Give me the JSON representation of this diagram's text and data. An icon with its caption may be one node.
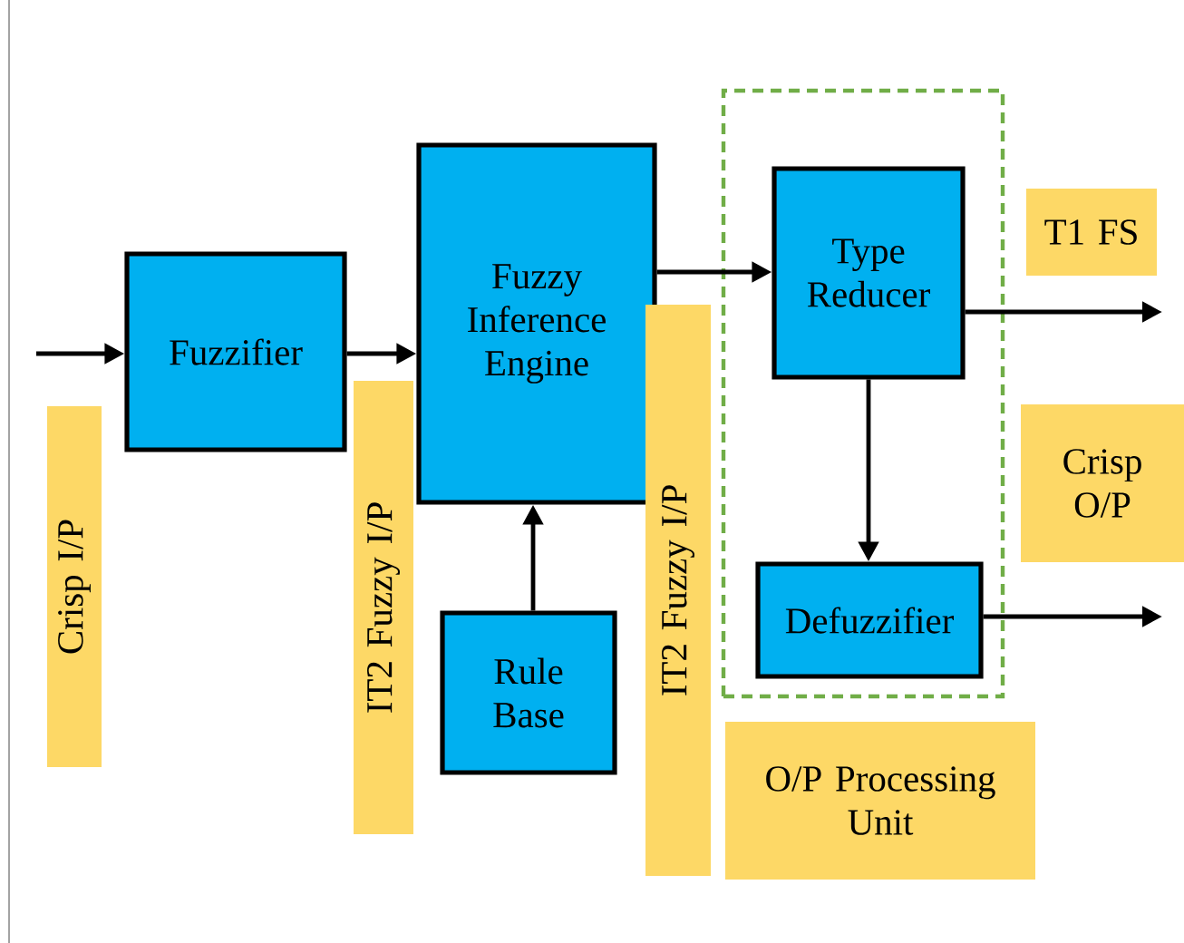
{
  "diagram": {
    "nodes": [
      {
        "text": [
          "Crisp I/P"
        ]
      },
      {
        "text": [
          "Fuzzifier"
        ]
      },
      {
        "text": [
          "IT2 Fuzzy I/P"
        ]
      },
      {
        "text": [
          "Fuzzy Inference Engine"
        ]
      },
      {
        "text": [
          "Rule Base"
        ]
      },
      {
        "text": [
          "IT2 Fuzzy I/P"
        ]
      },
      {
        "text": [],
        "shape": "box"
      },
      {
        "text": [
          "Type Reducer"
        ],
        "in": 6
      },
      {
        "text": [
          "Defuzzifier"
        ],
        "in": 6
      },
      {
        "text": [
          "O/P Processing Unit"
        ]
      },
      {
        "text": [
          "T1 FS"
        ]
      },
      {
        "text": [
          "Crisp O/P"
        ]
      }
    ],
    "edges": [
      {
        "from": null,
        "to": 1,
        "arrow": "to"
      },
      {
        "from": 1,
        "to": 3,
        "arrow": "to"
      },
      {
        "from": 4,
        "to": 3,
        "arrow": "to"
      },
      {
        "from": 3,
        "to": 7,
        "arrow": "to"
      },
      {
        "from": 7,
        "to": 8,
        "arrow": "to"
      },
      {
        "from": 7,
        "to": null,
        "arrow": "to"
      },
      {
        "from": 8,
        "to": null,
        "arrow": "to"
      }
    ]
  }
}
